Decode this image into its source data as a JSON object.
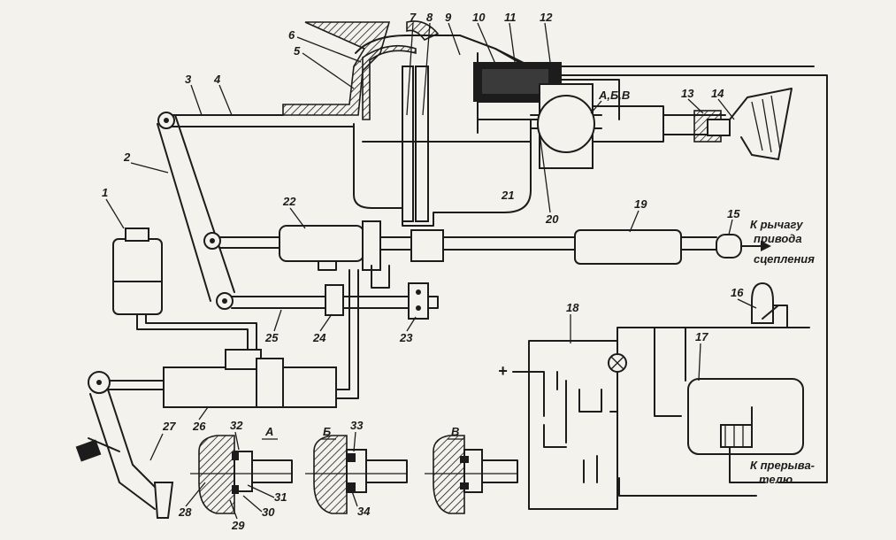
{
  "diagram": {
    "callouts": [
      "1",
      "2",
      "3",
      "4",
      "5",
      "6",
      "7",
      "8",
      "9",
      "10",
      "11",
      "12",
      "13",
      "14",
      "15",
      "16",
      "17",
      "18",
      "19",
      "20",
      "21",
      "22",
      "23",
      "24",
      "25",
      "26",
      "27",
      "28",
      "29",
      "30",
      "31",
      "32",
      "33",
      "34"
    ],
    "section_labels": {
      "abv": "А,Б,В",
      "a": "А",
      "b": "Б",
      "v": "В"
    },
    "text": {
      "clutch_line1": "К рычагу",
      "clutch_line2": "привода",
      "clutch_line3": "сцепления",
      "breaker_line1": "К прерыва-",
      "breaker_line2": "телю",
      "plus": "+"
    }
  }
}
